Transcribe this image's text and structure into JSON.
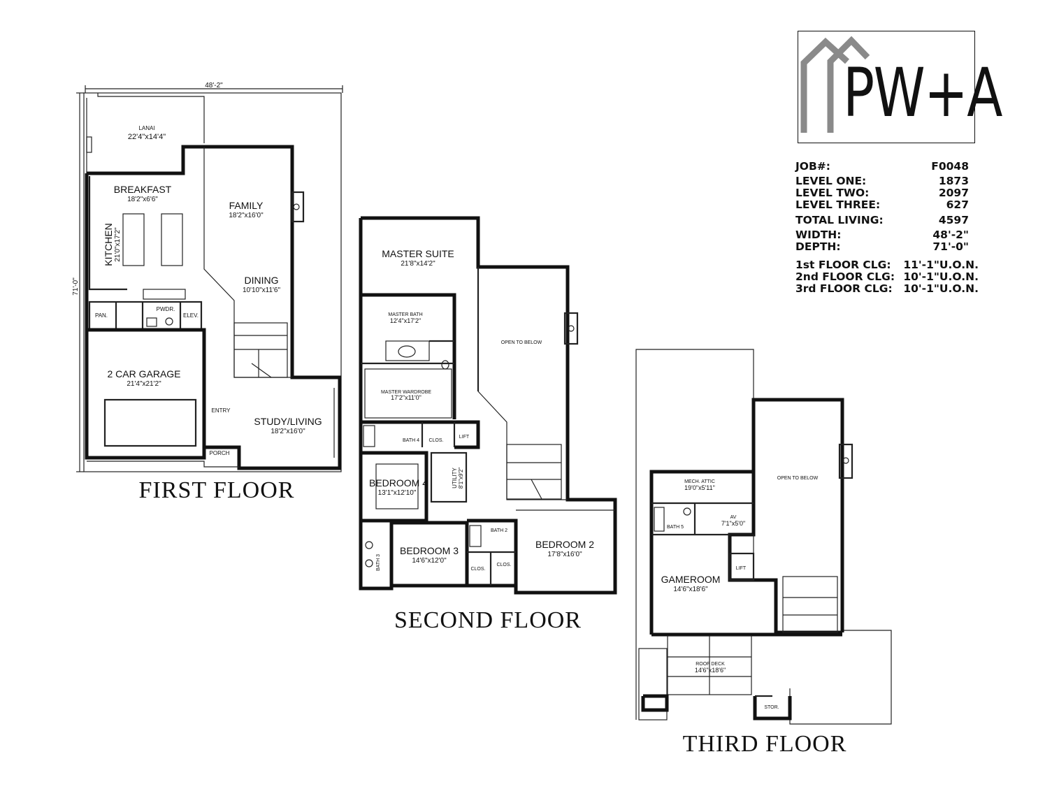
{
  "logo": {
    "text": "PW+A"
  },
  "info": {
    "rows": [
      {
        "label": "JOB#:",
        "value": "F0048"
      },
      {
        "label": "LEVEL ONE:",
        "value": "1873"
      },
      {
        "label": "LEVEL TWO:",
        "value": "2097"
      },
      {
        "label": "LEVEL THREE:",
        "value": "627"
      },
      {
        "label": "TOTAL LIVING:",
        "value": "4597"
      },
      {
        "label": "WIDTH:",
        "value": "48'-2\""
      },
      {
        "label": "DEPTH:",
        "value": "71'-0\""
      },
      {
        "label": "1st FLOOR CLG:",
        "value": "11'-1\"U.O.N."
      },
      {
        "label": "2nd FLOOR CLG:",
        "value": "10'-1\"U.O.N."
      },
      {
        "label": "3rd FLOOR CLG:",
        "value": "10'-1\"U.O.N."
      }
    ]
  },
  "first_floor": {
    "title": "FIRST FLOOR",
    "overall_width": "48'-2\"",
    "overall_depth": "71'-0\"",
    "rooms": {
      "lanai": {
        "name": "LANAI",
        "size": "22'4\"x14'4\""
      },
      "breakfast": {
        "name": "BREAKFAST",
        "size": "18'2\"x6'6\""
      },
      "kitchen": {
        "name": "KITCHEN",
        "size": "21'0\"x17'2\""
      },
      "family": {
        "name": "FAMILY",
        "size": "18'2\"x16'0\""
      },
      "dining": {
        "name": "DINING",
        "size": "10'10\"x11'6\""
      },
      "pantry": {
        "name": "PAN."
      },
      "powder": {
        "name": "PWDR."
      },
      "elevator": {
        "name": "ELEV."
      },
      "garage": {
        "name": "2 CAR GARAGE",
        "size": "21'4\"x21'2\""
      },
      "entry": {
        "name": "ENTRY"
      },
      "study": {
        "name": "STUDY/LIVING",
        "size": "18'2\"x16'0\""
      },
      "porch": {
        "name": "PORCH"
      }
    }
  },
  "second_floor": {
    "title": "SECOND FLOOR",
    "rooms": {
      "master_suite": {
        "name": "MASTER SUITE",
        "size": "21'8\"x14'2\""
      },
      "master_bath": {
        "name": "MASTER BATH",
        "size": "12'4\"x17'2\""
      },
      "master_wardrobe": {
        "name": "MASTER WARDROBE",
        "size": "17'2\"x11'0\""
      },
      "open_below": {
        "name": "OPEN TO BELOW"
      },
      "bath4": {
        "name": "BATH 4"
      },
      "clos1": {
        "name": "CLOS."
      },
      "lift": {
        "name": "LIFT"
      },
      "bedroom4": {
        "name": "BEDROOM 4",
        "size": "13'1\"x12'10\""
      },
      "utility": {
        "name": "UTILITY",
        "size": "8'1\"x9'2\""
      },
      "bath2": {
        "name": "BATH 2"
      },
      "bedroom2": {
        "name": "BEDROOM 2",
        "size": "17'8\"x16'0\""
      },
      "bedroom3": {
        "name": "BEDROOM 3",
        "size": "14'6\"x12'0\""
      },
      "bath3": {
        "name": "BATH 3"
      },
      "clos2": {
        "name": "CLOS."
      },
      "clos3": {
        "name": "CLOS."
      }
    }
  },
  "third_floor": {
    "title": "THIRD FLOOR",
    "rooms": {
      "mech_attic": {
        "name": "MECH. ATTIC",
        "size": "19'0\"x5'11\""
      },
      "open_below": {
        "name": "OPEN TO BELOW"
      },
      "bath5": {
        "name": "BATH 5"
      },
      "av": {
        "name": "AV",
        "size": "7'1\"x5'0\""
      },
      "lift": {
        "name": "LIFT"
      },
      "gameroom": {
        "name": "GAMEROOM",
        "size": "14'6\"x18'6\""
      },
      "roof_deck": {
        "name": "ROOF DECK",
        "size": "14'6\"x18'6\""
      },
      "storage": {
        "name": "STOR."
      }
    }
  }
}
